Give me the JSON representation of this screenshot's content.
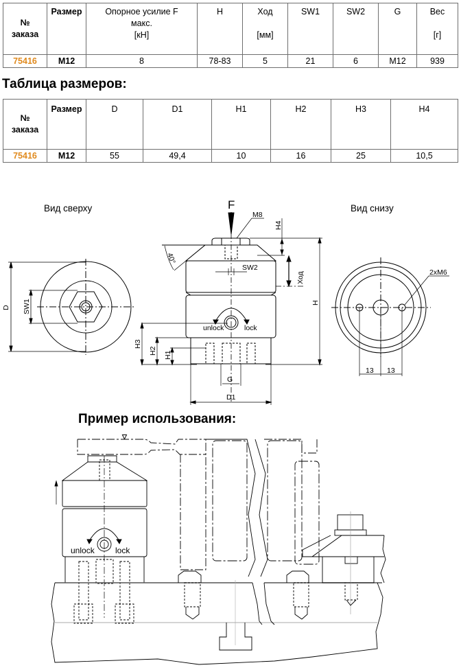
{
  "table1": {
    "headers": {
      "order_no": "№\nзаказа",
      "size": "Размер",
      "force": "Опорное усилие F",
      "force_l2": "макс.",
      "force_unit": "[кН]",
      "h": "H",
      "stroke": "Ход",
      "stroke_unit": "[мм]",
      "sw1": "SW1",
      "sw2": "SW2",
      "g": "G",
      "weight": "Вес",
      "weight_unit": "[г]"
    },
    "row": {
      "order_no": "75416",
      "size": "M12",
      "force": "8",
      "h": "78-83",
      "stroke": "5",
      "sw1": "21",
      "sw2": "6",
      "g": "M12",
      "weight": "939"
    }
  },
  "section_dimensions_title": "Таблица размеров:",
  "table2": {
    "headers": {
      "order_no_l1": "№",
      "order_no_l2": "заказа",
      "size": "Размер",
      "d": "D",
      "d1": "D1",
      "h1": "H1",
      "h2": "H2",
      "h3": "H3",
      "h4": "H4"
    },
    "row": {
      "order_no": "75416",
      "size": "M12",
      "d": "55",
      "d1": "49,4",
      "h1": "10",
      "h2": "16",
      "h3": "25",
      "h4": "10,5"
    }
  },
  "drawing": {
    "top_view_label": "Вид сверху",
    "bottom_view_label": "Вид снизу",
    "force_label": "F",
    "m8_label": "M8",
    "h4_label": "H4",
    "angle_label": "40°",
    "sw2_label": "SW2",
    "stroke_label": "Ход",
    "h_label": "H",
    "unlock_label": "unlock",
    "lock_label": "lock",
    "h3_label": "H3",
    "h2_label": "H2",
    "h1_label": "H1",
    "g_label": "G",
    "d1_label": "D1",
    "d_label": "D",
    "sw1_label": "SW1",
    "thread_label": "2xM6",
    "spacing_left": "13",
    "spacing_right": "13"
  },
  "section_example_title": "Пример использования:",
  "example": {
    "unlock_label": "unlock",
    "lock_label": "lock"
  },
  "colors": {
    "accent_order": "#e08a1e",
    "border": "#6e6e6e"
  }
}
